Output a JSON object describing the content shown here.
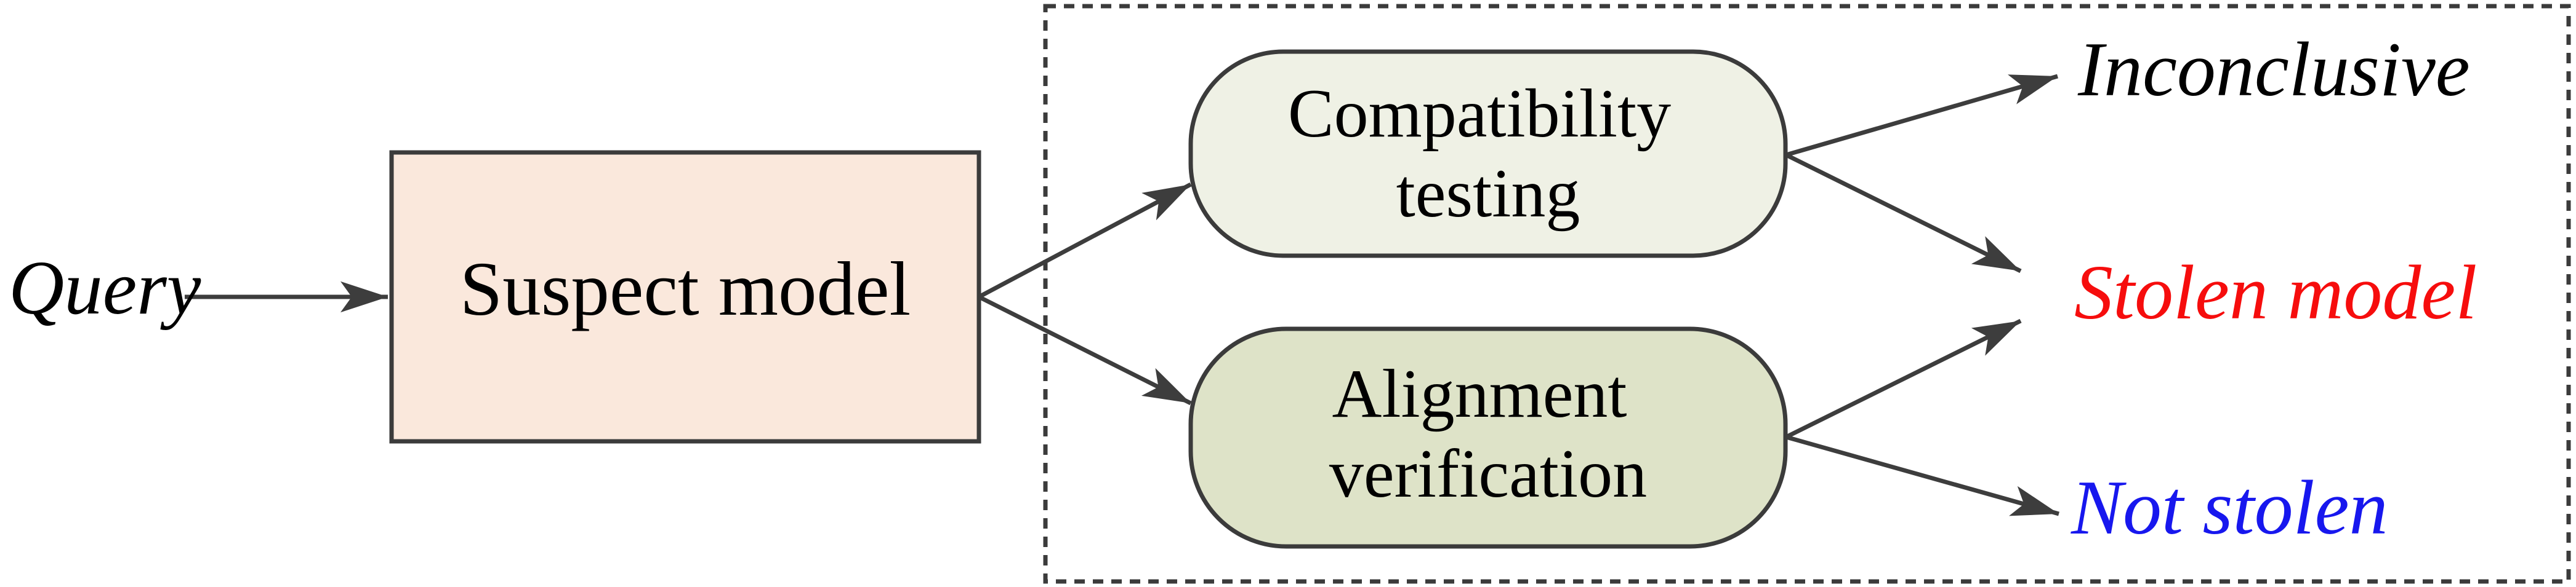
{
  "diagram": {
    "title_semantic": "model-theft detection pipeline flowchart",
    "input": {
      "query_label": "Query"
    },
    "nodes": {
      "suspect_model": {
        "label": "Suspect model",
        "fill": "#fae8dc"
      },
      "compatibility_testing": {
        "line1": "Compatibility",
        "line2": "testing",
        "fill": "#eff1e5"
      },
      "alignment_verification": {
        "line1": "Alignment",
        "line2": "verification",
        "fill": "#dee3c8"
      }
    },
    "outcomes": {
      "inconclusive": {
        "label": "Inconclusive",
        "color": "#000000"
      },
      "stolen_model": {
        "label": "Stolen model",
        "color": "#f60d0d"
      },
      "not_stolen": {
        "label": "Not stolen",
        "color": "#1717ee"
      }
    },
    "style": {
      "background": "#ffffff",
      "line_color": "#3b3b3b"
    }
  }
}
